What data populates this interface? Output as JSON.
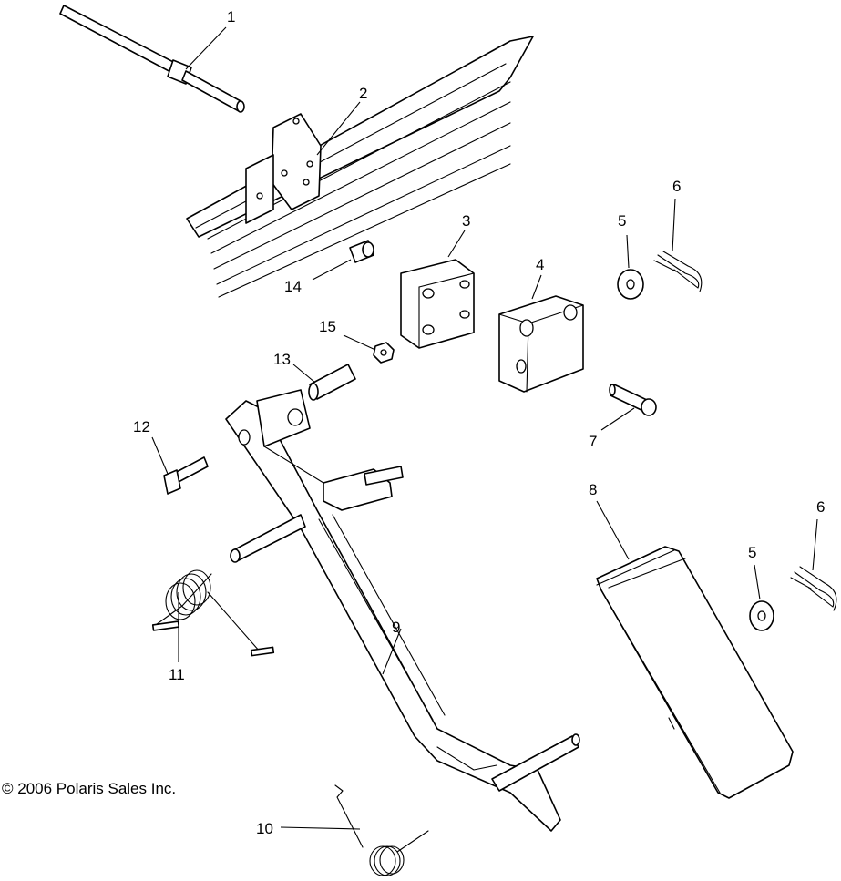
{
  "copyright": "© 2006 Polaris Sales Inc.",
  "callouts": {
    "c1": "1",
    "c2": "2",
    "c3": "3",
    "c4": "4",
    "c5a": "5",
    "c5b": "5",
    "c6a": "6",
    "c6b": "6",
    "c7": "7",
    "c8": "8",
    "c9": "9",
    "c10": "10",
    "c11": "11",
    "c12": "12",
    "c13": "13",
    "c14": "14",
    "c15": "15"
  }
}
